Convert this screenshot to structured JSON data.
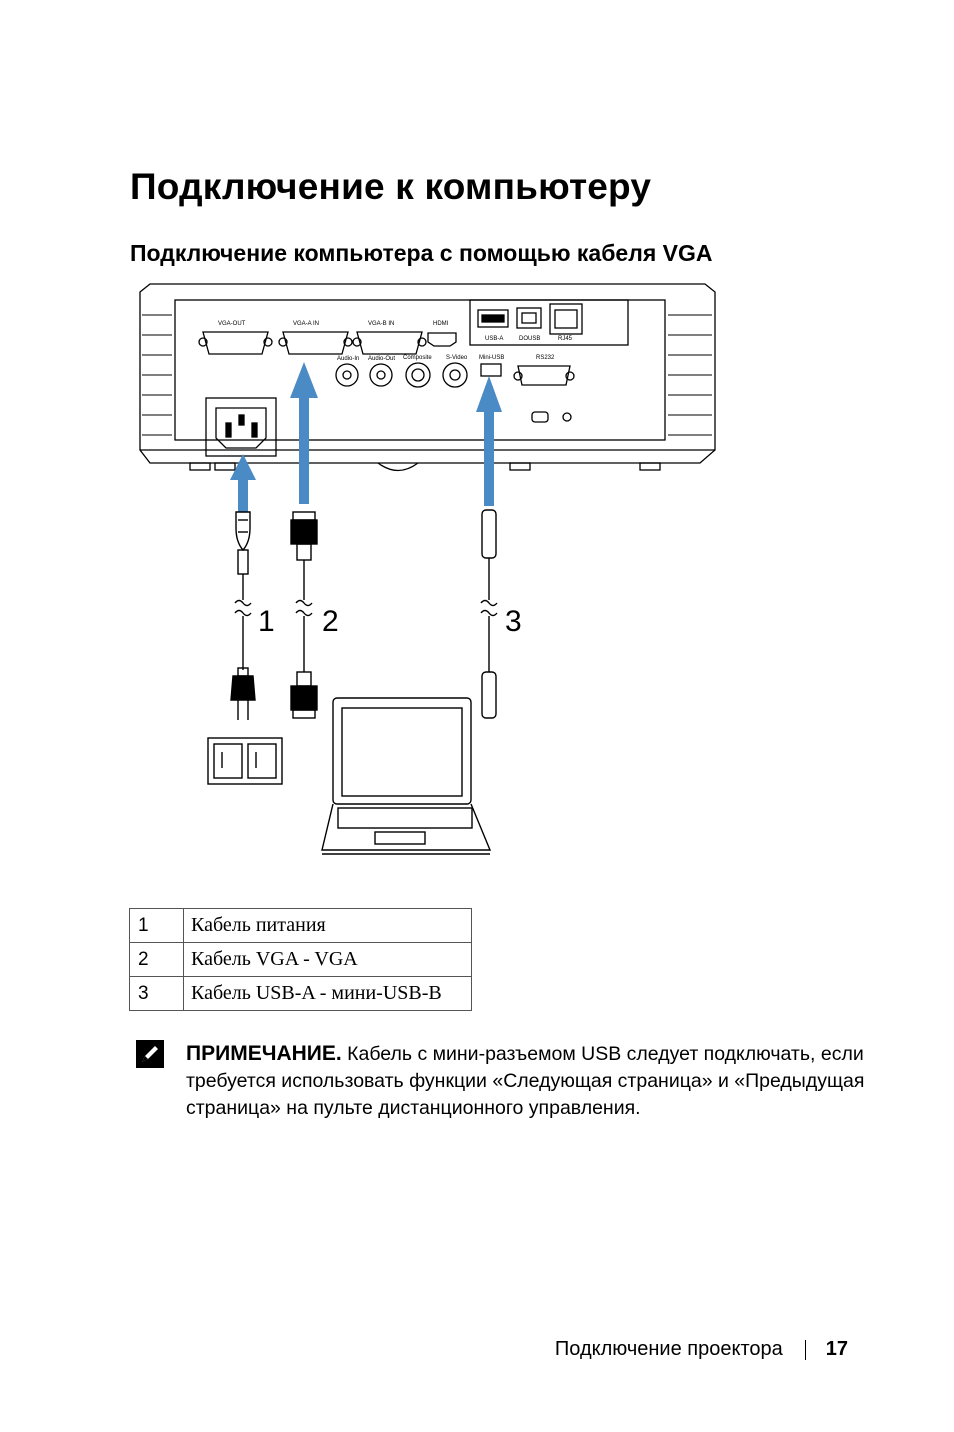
{
  "page": {
    "title": "Подключение к компьютеру",
    "subtitle": "Подключение компьютера с помощью кабеля VGA"
  },
  "ports": {
    "vga_out": "VGA-OUT",
    "vga_a_in": "VGA-A IN",
    "vga_b_in": "VGA-B IN",
    "hdmi": "HDMI",
    "usb_a": "USB-A",
    "dousb": "DOUSB",
    "rj45": "RJ45",
    "audio_in": "Audio-In",
    "audio_out": "Audio-Out",
    "composite": "Composite",
    "s_video": "S-Video",
    "mini_usb": "Mini-USB",
    "rs232": "RS232"
  },
  "callouts": {
    "one": "1",
    "two": "2",
    "three": "3"
  },
  "legend": [
    {
      "num": "1",
      "label": "Кабель питания"
    },
    {
      "num": "2",
      "label": "Кабель VGA - VGA"
    },
    {
      "num": "3",
      "label": "Кабель USB-A - мини-USB-B"
    }
  ],
  "note": {
    "label": "ПРИМЕЧАНИЕ.",
    "text": " Кабель с мини-разъемом USB следует подключать, если требуется использовать функции «Следующая страница» и «Предыдущая страница» на пульте дистанционного управления."
  },
  "footer": {
    "section": "Подключение проектора",
    "page_number": "17"
  },
  "colors": {
    "arrow": "#4a8bc6",
    "line": "#000000"
  }
}
